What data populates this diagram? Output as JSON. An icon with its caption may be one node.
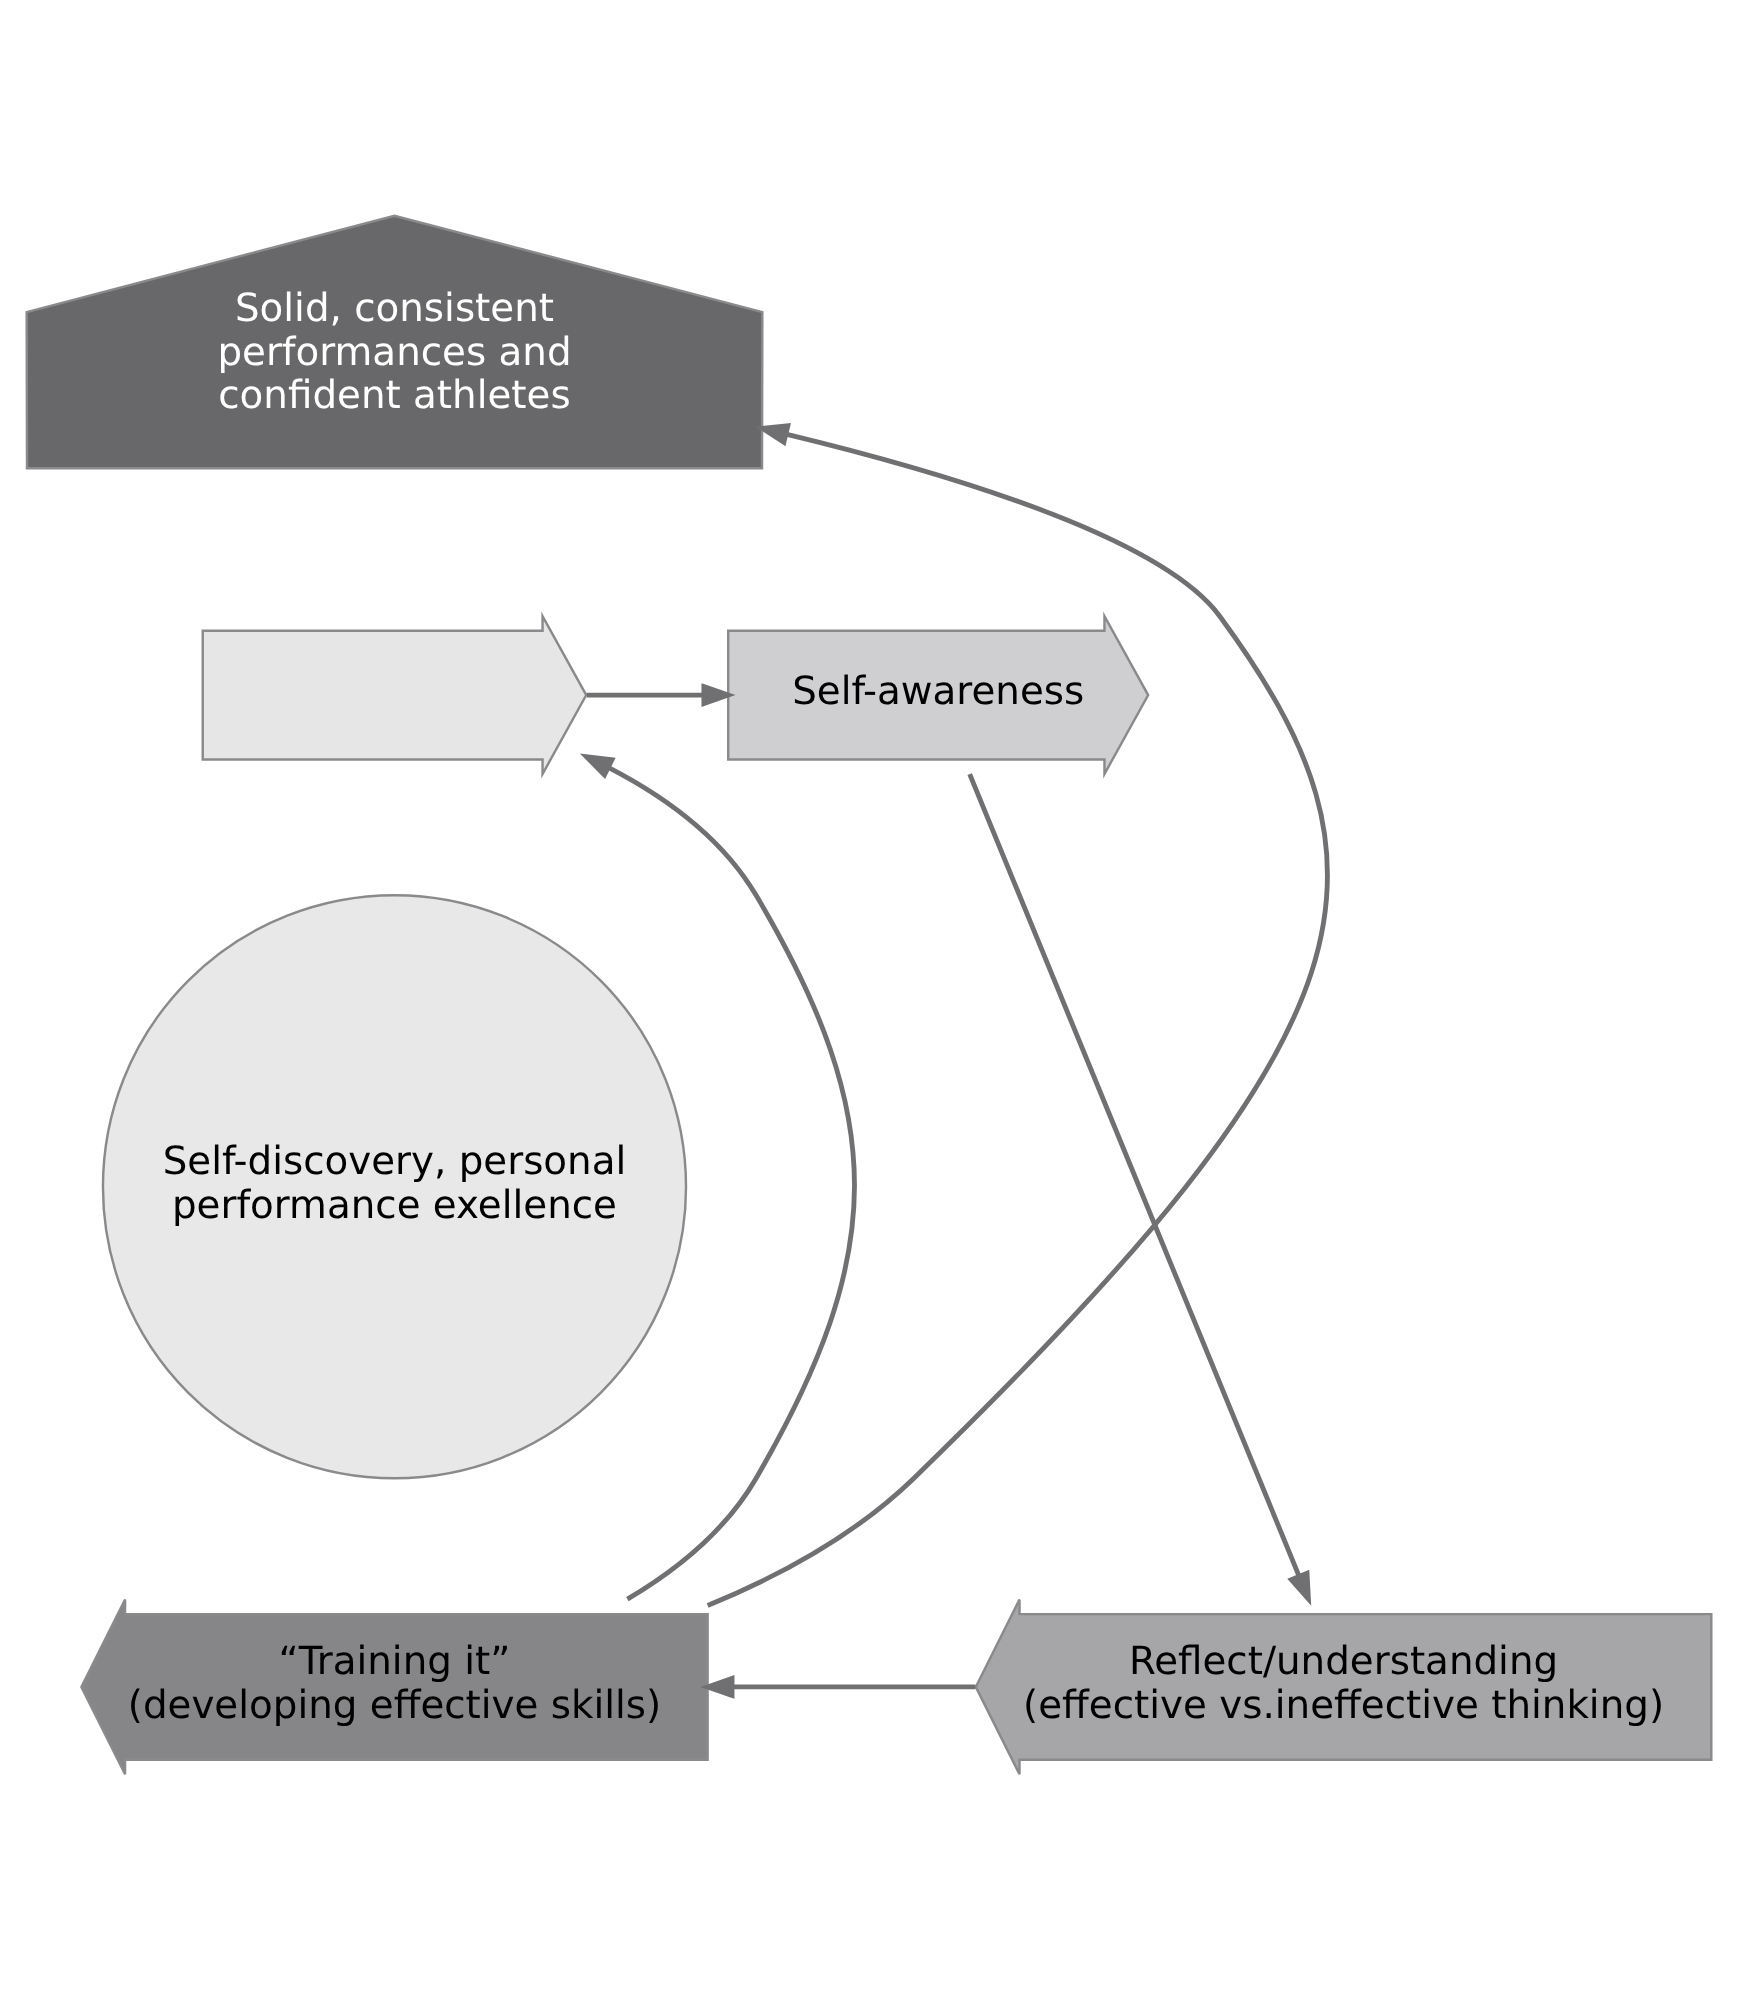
{
  "diagram": {
    "nodes": [
      {
        "text": [
          "Solid, consistent performances and confident athletes"
        ]
      },
      {
        "text": [],
        "shape": "arrow"
      },
      {
        "text": [
          "Self-awareness"
        ]
      },
      {
        "text": [
          "Reflect/understanding",
          "(effective vs.ineffective thinking)"
        ]
      },
      {
        "text": [
          "“Training it”",
          "(developing effective skills)"
        ]
      },
      {
        "text": [
          "Self-discovery, personal performance exellence"
        ]
      }
    ],
    "edges": [
      {
        "from": 1,
        "to": 2,
        "arrow": "to"
      },
      {
        "from": 2,
        "to": 3,
        "arrow": "to"
      },
      {
        "from": 3,
        "to": 4,
        "arrow": "to"
      },
      {
        "from": 4,
        "to": 1,
        "arrow": "to"
      },
      {
        "from": 4,
        "to": 0,
        "arrow": "to"
      }
    ]
  }
}
